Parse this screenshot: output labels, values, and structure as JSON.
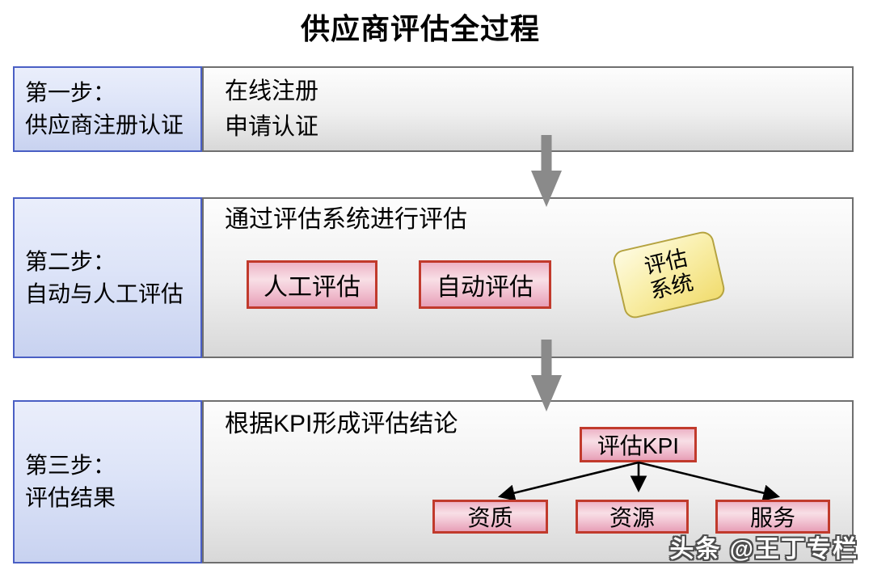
{
  "title": "供应商评估全过程",
  "watermark": "头条 @王丁专栏",
  "colors": {
    "step_label_fill_top": "#eaeefb",
    "step_label_fill_bottom": "#c8d2f0",
    "step_label_border": "#4a5fc4",
    "content_fill_top": "#fdfdfd",
    "content_fill_bottom": "#d8d8d8",
    "content_border": "#6f6f6f",
    "pink_box_fill": "#f3c8d6",
    "pink_box_border": "#c13a2c",
    "yellow_note_fill": "#f7e88f",
    "yellow_note_border": "#b5a33f",
    "flow_arrow_gray": "#8a8a8a",
    "connector_black": "#000000"
  },
  "steps": [
    {
      "label_line1": "第一步：",
      "label_line2": "供应商注册认证",
      "content_line1": "在线注册",
      "content_line2": "申请认证"
    },
    {
      "label_line1": "第二步：",
      "label_line2": "自动与人工评估",
      "heading": "通过评估系统进行评估",
      "manual_box": "人工评估",
      "auto_box": "自动评估",
      "note_line1": "评估",
      "note_line2": "系统"
    },
    {
      "label_line1": "第三步：",
      "label_line2": "评估结果",
      "heading": "根据KPI形成评估结论",
      "kpi_root": "评估KPI",
      "kpi_children": [
        "资质",
        "资源",
        "服务"
      ]
    }
  ]
}
